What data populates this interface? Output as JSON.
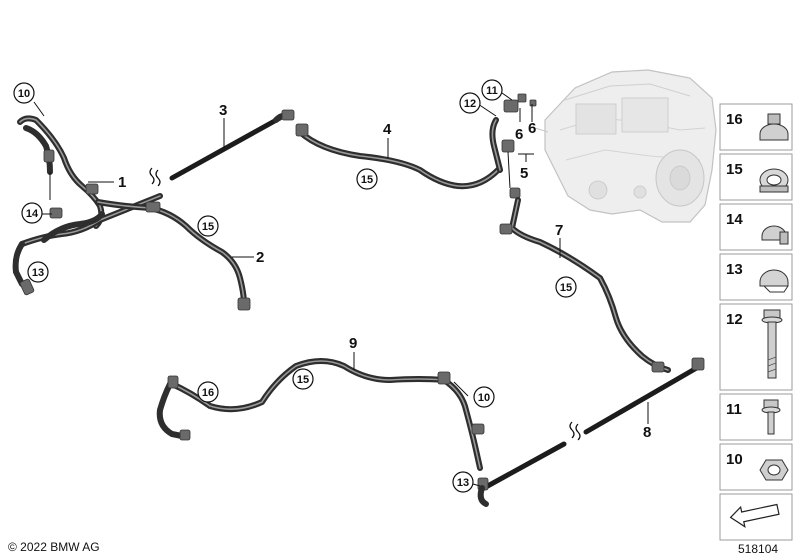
{
  "copyright": "© 2022 BMW AG",
  "diagram_id": "518104",
  "part_labels": {
    "p1": "1",
    "p2": "2",
    "p3": "3",
    "p4": "4",
    "p5": "5",
    "p6a": "6",
    "p6b": "6",
    "p7": "7",
    "p8": "8",
    "p9": "9"
  },
  "clamp_callouts": {
    "c10a": "10",
    "c13a": "13",
    "c14a": "14",
    "c15a": "15",
    "c15b": "15",
    "c15c": "15",
    "c15d": "15",
    "c12": "12",
    "c11": "11",
    "c16": "16",
    "c10b": "10",
    "c13b": "13"
  },
  "sidebar": [
    "16",
    "15",
    "14",
    "13",
    "12",
    "11",
    "10"
  ]
}
